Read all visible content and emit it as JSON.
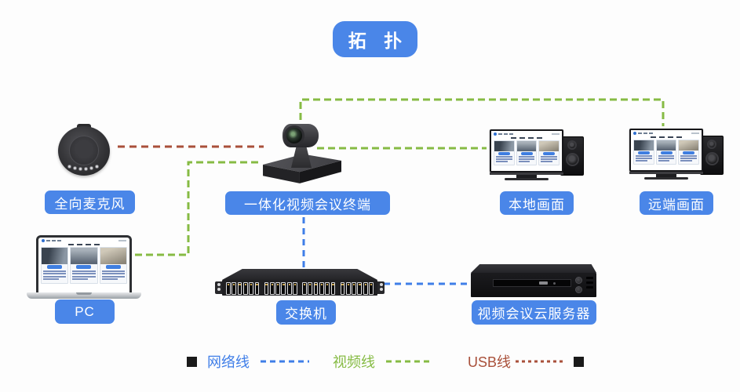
{
  "title": "拓 扑",
  "colors": {
    "accent-blue": "#4a86e8",
    "network-line": "#3f7ee8",
    "video-line": "#86bb44",
    "usb-line": "#a9503a",
    "legend-square": "#1a1a1a"
  },
  "devices": {
    "microphone": {
      "label": "全向麦克风"
    },
    "terminal": {
      "label": "一体化视频会议终端"
    },
    "local_screen": {
      "label": "本地画面"
    },
    "remote_screen": {
      "label": "远端画面"
    },
    "pc": {
      "label": "PC"
    },
    "switch": {
      "label": "交换机"
    },
    "server": {
      "label": "视频会议云服务器"
    }
  },
  "legend": {
    "network_label": "网络线",
    "video_label": "视频线",
    "usb_label": "USB线"
  },
  "connections": [
    {
      "from": "全向麦克风",
      "to": "一体化视频会议终端",
      "type": "USB线"
    },
    {
      "from": "PC",
      "to": "一体化视频会议终端",
      "type": "视频线"
    },
    {
      "from": "一体化视频会议终端",
      "to": "本地画面",
      "type": "视频线"
    },
    {
      "from": "一体化视频会议终端",
      "to": "远端画面",
      "type": "视频线"
    },
    {
      "from": "一体化视频会议终端",
      "to": "交换机",
      "type": "网络线"
    },
    {
      "from": "交换机",
      "to": "视频会议云服务器",
      "type": "网络线"
    }
  ]
}
